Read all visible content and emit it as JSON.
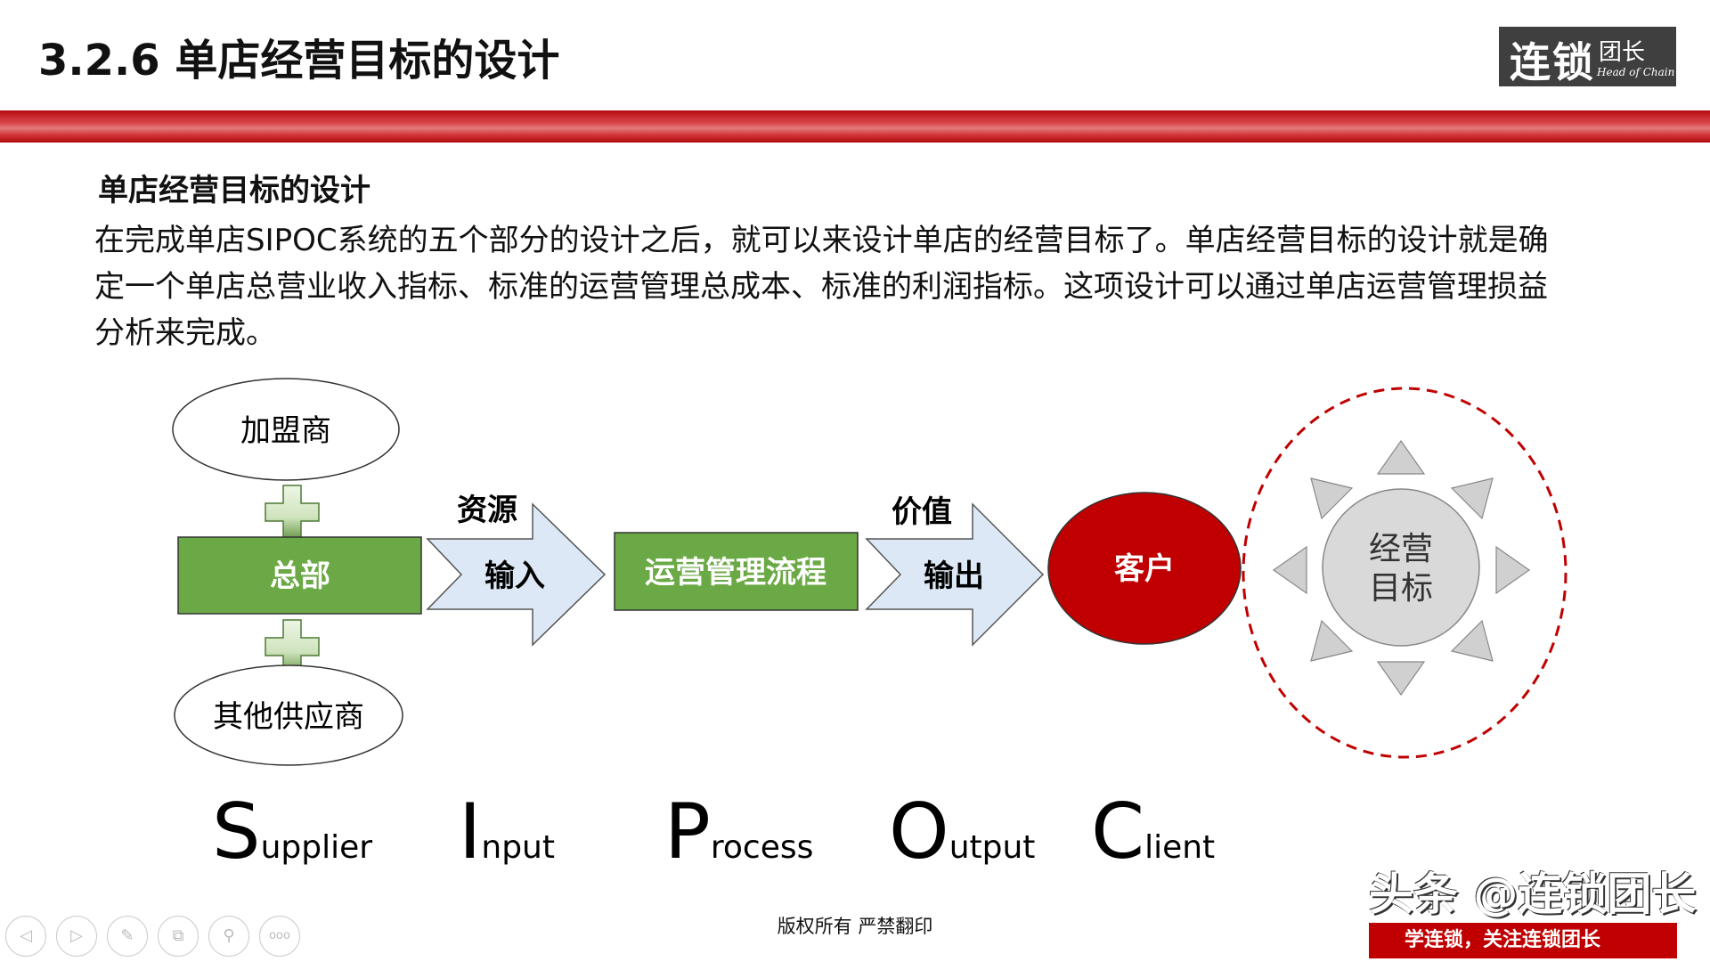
{
  "header": {
    "title": "3.2.6 单店经营目标的设计",
    "logo": {
      "cn_big": "连锁",
      "cn_small": "团长",
      "en": "Head of Chain"
    }
  },
  "content": {
    "subheading": "单店经营目标的设计",
    "paragraph": "在完成单店SIPOC系统的五个部分的设计之后，就可以来设计单店的经营目标了。单店经营目标的设计就是确定一个单店总营业收入指标、标准的运营管理总成本、标准的利润指标。这项设计可以通过单店运营管理损益分析来完成。"
  },
  "diagram": {
    "franchisee": "加盟商",
    "headquarters": "总部",
    "other_suppliers": "其他供应商",
    "resources_label": "资源",
    "input_arrow": "输入",
    "process": "运营管理流程",
    "value_label": "价值",
    "output_arrow": "输出",
    "client": "客户",
    "goal_line1": "经营",
    "goal_line2": "目标",
    "colors": {
      "green": "#6aa945",
      "arrow_fill": "#dce8f5",
      "client_red": "#c00000",
      "goal_gray": "#d9d9d9",
      "dash_red": "#c00000"
    }
  },
  "sipoc": [
    {
      "initial": "S",
      "rest": "upplier"
    },
    {
      "initial": "I",
      "rest": "nput"
    },
    {
      "initial": "P",
      "rest": "rocess"
    },
    {
      "initial": "O",
      "rest": "utput"
    },
    {
      "initial": "C",
      "rest": "lient"
    }
  ],
  "footer": {
    "copyright": "版权所有  严禁翻印"
  },
  "nav_icons": [
    "previous-icon",
    "next-icon",
    "pen-icon",
    "slides-icon",
    "zoom-icon",
    "more-icon"
  ],
  "watermark": {
    "main": "头条 @连锁团长",
    "sub": "学连锁，关注连锁团长"
  }
}
